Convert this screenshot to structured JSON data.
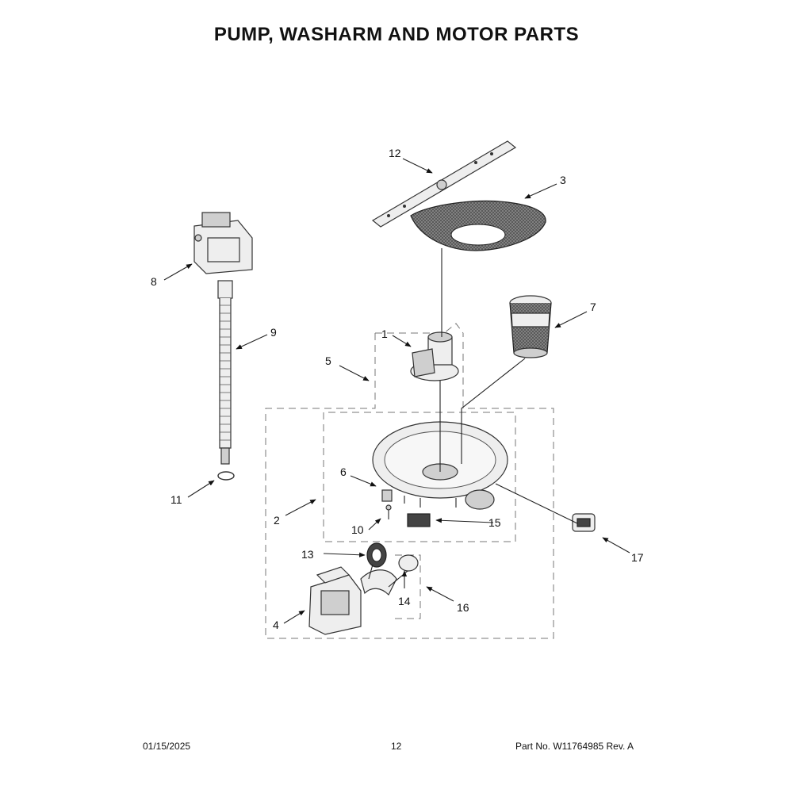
{
  "title": "PUMP, WASHARM AND MOTOR PARTS",
  "callouts": {
    "c1": "1",
    "c2": "2",
    "c3": "3",
    "c4": "4",
    "c5": "5",
    "c6": "6",
    "c7": "7",
    "c8": "8",
    "c9": "9",
    "c10": "10",
    "c11": "11",
    "c12": "12",
    "c13": "13",
    "c14": "14",
    "c15": "15",
    "c16": "16",
    "c17": "17"
  },
  "footer": {
    "date": "01/15/2025",
    "page": "12",
    "part_no": "Part No.  W11764985   Rev.  A"
  }
}
